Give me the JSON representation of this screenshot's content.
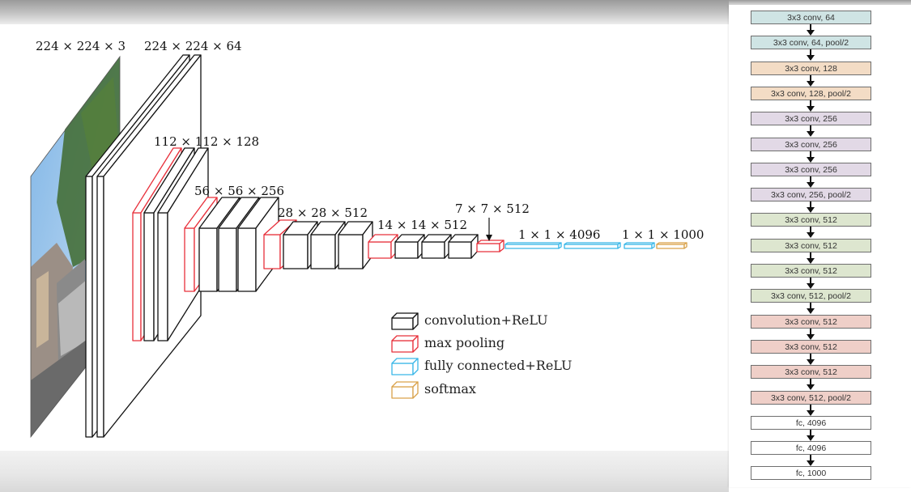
{
  "colors": {
    "conv": "#111111",
    "pool": "#e8303b",
    "fc": "#39b7e8",
    "softmax": "#d9a24a"
  },
  "dims": {
    "input": "224 × 224 × 3",
    "conv1": "224 × 224 × 64",
    "conv2": "112 × 112 × 128",
    "conv3": "56 × 56 × 256",
    "conv4": "28 × 28 × 512",
    "conv5": "14 × 14 × 512",
    "pool5": "7 × 7 × 512",
    "fc": "1 × 1 × 4096",
    "out": "1 × 1 × 1000"
  },
  "legend": [
    {
      "label": "convolution+ReLU",
      "kind": "conv"
    },
    {
      "label": "max pooling",
      "kind": "pool"
    },
    {
      "label": "fully connected+ReLU",
      "kind": "fc"
    },
    {
      "label": "softmax",
      "kind": "softmax"
    }
  ],
  "input_image": {
    "description_icon": "street-photo-icon"
  },
  "layer_stack": [
    {
      "label": "3x3 conv, 64",
      "color": "#cfe4e4"
    },
    {
      "label": "3x3 conv, 64, pool/2",
      "color": "#cfe4e4"
    },
    {
      "label": "3x3 conv, 128",
      "color": "#f3dcc5"
    },
    {
      "label": "3x3 conv, 128, pool/2",
      "color": "#f3dcc5"
    },
    {
      "label": "3x3 conv, 256",
      "color": "#e2d9e6"
    },
    {
      "label": "3x3 conv, 256",
      "color": "#e2d9e6"
    },
    {
      "label": "3x3 conv, 256",
      "color": "#e2d9e6"
    },
    {
      "label": "3x3 conv, 256, pool/2",
      "color": "#e2d9e6"
    },
    {
      "label": "3x3 conv, 512",
      "color": "#dde6cf"
    },
    {
      "label": "3x3 conv, 512",
      "color": "#dde6cf"
    },
    {
      "label": "3x3 conv, 512",
      "color": "#dde6cf"
    },
    {
      "label": "3x3 conv, 512, pool/2",
      "color": "#dde6cf"
    },
    {
      "label": "3x3 conv, 512",
      "color": "#efcfc8"
    },
    {
      "label": "3x3 conv, 512",
      "color": "#efcfc8"
    },
    {
      "label": "3x3 conv, 512",
      "color": "#efcfc8"
    },
    {
      "label": "3x3 conv, 512, pool/2",
      "color": "#efcfc8"
    },
    {
      "label": "fc, 4096",
      "color": "#ffffff"
    },
    {
      "label": "fc, 4096",
      "color": "#ffffff"
    },
    {
      "label": "fc, 1000",
      "color": "#ffffff"
    }
  ]
}
